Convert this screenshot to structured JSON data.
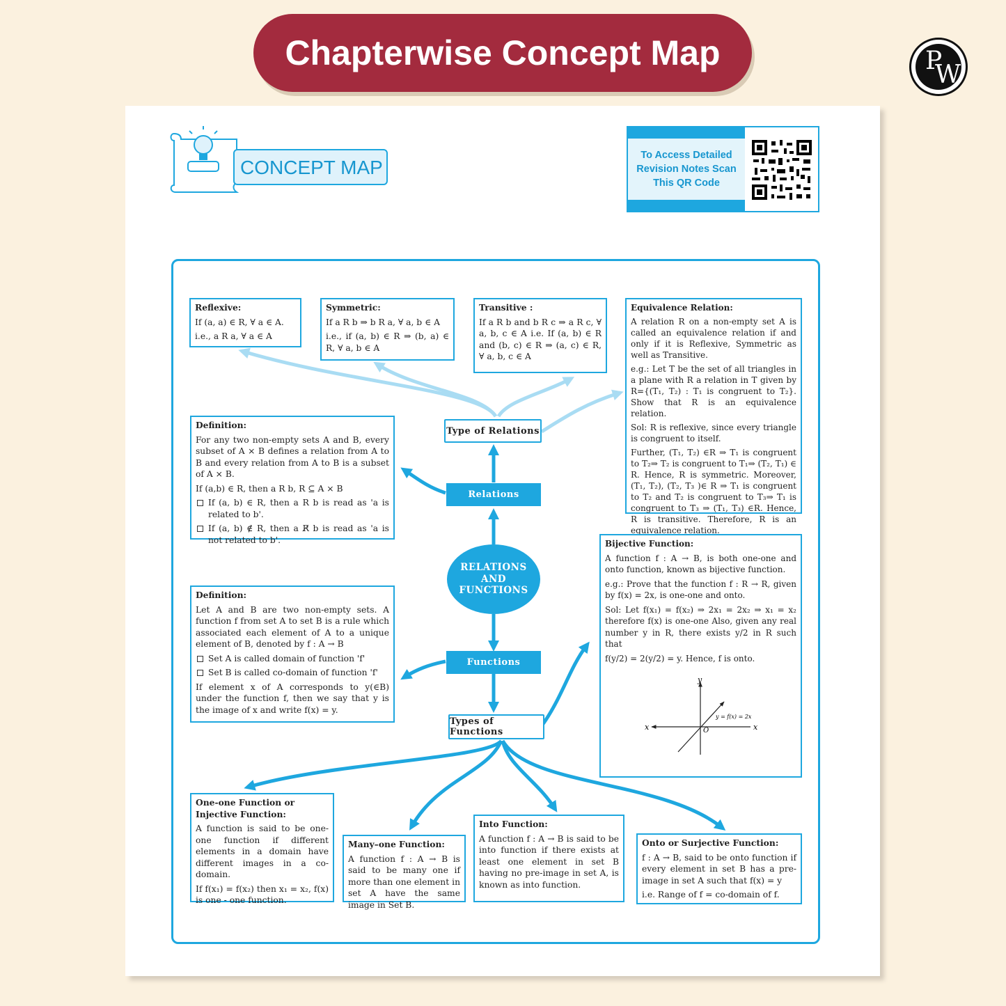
{
  "header": {
    "title": "Chapterwise Concept Map",
    "logo_text_p": "P",
    "logo_text_w": "W"
  },
  "concept_label": "CONCEPT MAP",
  "qr_panel": {
    "text": "To Access Detailed Revision Notes Scan This QR Code"
  },
  "center_node": "RELATIONS AND FUNCTIONS",
  "nodes": {
    "relations": "Relations",
    "types_of_relations": "Type of Relations",
    "functions": "Functions",
    "types_of_functions": "Types of Functions"
  },
  "reflexive": {
    "title": "Reflexive:",
    "lines": [
      "If (a, a) ∈ R, ∀ a ∈ A.",
      "i.e., a R a, ∀ a ∈ A"
    ]
  },
  "symmetric": {
    "title": "Symmetric:",
    "lines": [
      "If a R b ⇒ b R a, ∀ a, b ∈ A",
      "i.e., if (a, b) ∈ R ⇒ (b, a) ∈ R, ∀ a, b ∈ A"
    ]
  },
  "transitive": {
    "title": "Transitive :",
    "lines": [
      "If a R b and b R c ⇒ a R c, ∀ a, b, c ∈ A i.e. If (a, b) ∈ R and (b, c) ∈ R ⇒ (a, c) ∈ R, ∀ a, b, c ∈ A"
    ]
  },
  "equivalence": {
    "title": "Equivalence Relation:",
    "lines": [
      "A relation R on a non-empty set A is called an equivalence relation if and only if it is Reflexive, Symmetric as well as Transitive.",
      "e.g.: Let T be the set of all triangles in a plane with R a relation in T given by R={(T₁, T₂) : T₁ is congruent to T₂}. Show that R is an equivalence relation.",
      "Sol: R is reflexive, since every triangle is congruent to itself.",
      "Further, (T₁, T₂) ∈R ⇒ T₁ is congruent to T₂⇒ T₂ is congruent to T₁⇒ (T₂, T₁) ∈ R. Hence, R is symmetric. Moreover, (T₁, T₂), (T₂, T₃ )∈ R ⇒ T₁ is congruent to T₂ and T₂ is congruent to T₃⇒ T₁ is congruent to T₃ ⇒ (T₁, T₃) ∈R. Hence, R is transitive. Therefore, R is an equivalence relation."
    ]
  },
  "relation_def": {
    "title": "Definition:",
    "lines": [
      "For any two non-empty sets A and B, every subset of A × B defines a relation from A to B and every relation from A to B is a subset of A × B.",
      "If (a,b) ∈ R, then a R b, R ⊆ A × B"
    ],
    "bullets": [
      "If (a, b) ∈ R, then a R b is read as 'a is related to b'.",
      "If (a, b) ∉ R, then a R̸ b is read as 'a is not related to b'."
    ]
  },
  "function_def": {
    "title": "Definition:",
    "lines": [
      "Let A and B are two non-empty sets. A function f from set A to set B is a rule which associated each element of A to a unique element of B, denoted by f : A → B"
    ],
    "bullets": [
      "Set A is called domain of function 'f'",
      "Set B is called co-domain of function 'f'"
    ],
    "tail": "If element x of A corresponds to y(∈B) under the function f, then we say that y is the image of x and write f(x) = y."
  },
  "bijective": {
    "title": "Bijective Function:",
    "lines": [
      "A function f : A → B, is both one-one and onto function, known as bijective function.",
      "e.g.: Prove that the function f : R → R, given by f(x) = 2x, is one-one and onto.",
      "Sol: Let f(x₁) = f(x₂) ⇒ 2x₁ = 2x₂ ⇒ x₁ = x₂ therefore f(x) is one-one Also, given any real number y in R, there exists y/2 in R such that",
      "f(y/2) = 2(y/2) = y. Hence, f is onto."
    ],
    "graph": {
      "y_label": "y",
      "x_label": "x",
      "x_neg_label": "x",
      "origin": "O",
      "curve_label": "y = f(x) = 2x"
    }
  },
  "one_one": {
    "title": "One-one Function or Injective Function:",
    "lines": [
      "A function is said to be one-one function if different elements in a domain have different images in a co-domain.",
      "If f(x₁) = f(x₂) then x₁ = x₂, f(x) is one - one function."
    ]
  },
  "many_one": {
    "title": "Many–one Function:",
    "lines": [
      "A function f : A → B is said to be many one if more than one element in set A have the same image in Set B."
    ]
  },
  "into": {
    "title": "Into Function:",
    "lines": [
      "A function f : A → B is said to be into function if there exists at least one element in set B having no pre-image in set A, is known as into function."
    ]
  },
  "onto": {
    "title": "Onto or Surjective Function:",
    "lines": [
      "f : A → B, said to be onto function if every element in set B has a pre-image in set A such that f(x) = y",
      "i.e. Range of f = co-domain of f."
    ]
  },
  "colors": {
    "accent": "#1ea7df",
    "banner": "#a32b3e",
    "background": "#fbf1df"
  }
}
